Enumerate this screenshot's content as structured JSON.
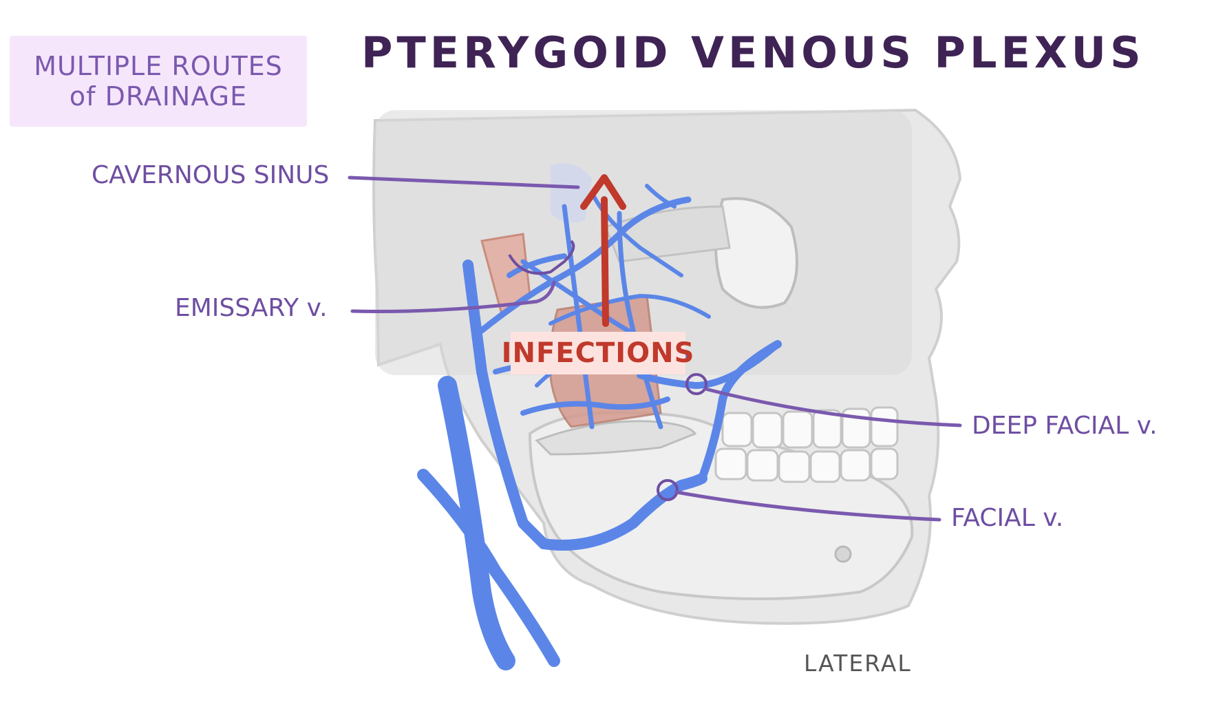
{
  "callout": {
    "line1": "MULTIPLE ROUTES",
    "line2": "of DRAINAGE"
  },
  "title": "PTERYGOID VENOUS PLEXUS",
  "labels": {
    "cavernous_sinus": "CAVERNOUS SINUS",
    "emissary": "EMISSARY v.",
    "deep_facial": "DEEP FACIAL v.",
    "facial": "FACIAL v."
  },
  "infections": "INFECTIONS",
  "view": "LATERAL",
  "colors": {
    "vein": "#5b86e8",
    "leader_line": "#7b59ae",
    "arrow": "#c0392b",
    "bone": "#e4e4e4",
    "muscle": "#d49a8e",
    "callout_bg": "#f6e6fb"
  }
}
